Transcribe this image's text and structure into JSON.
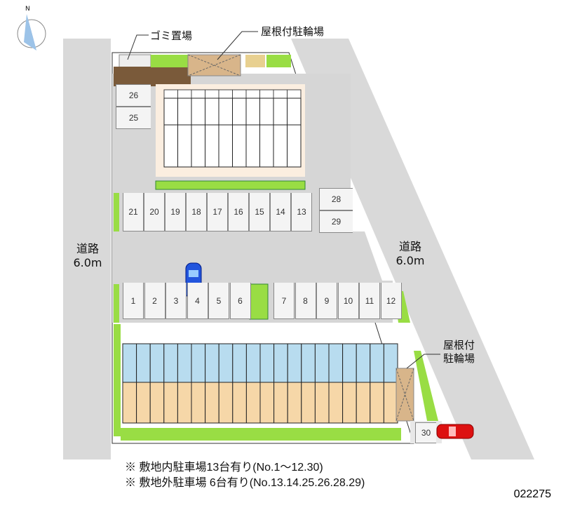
{
  "labels": {
    "garbage": "ゴミ置場",
    "bike_top": "屋根付駐輪場",
    "bike_right_line1": "屋根付",
    "bike_right_line2": "駐輪場",
    "road_left_name": "道路",
    "road_left_width": "6.0m",
    "road_right_name": "道路",
    "road_right_width": "6.0m",
    "compass": "N"
  },
  "parking": {
    "front_row": [
      "1",
      "2",
      "3",
      "4",
      "5",
      "6",
      "7",
      "8",
      "9",
      "10",
      "11",
      "12"
    ],
    "back_row": [
      "21",
      "20",
      "19",
      "18",
      "17",
      "16",
      "15",
      "14",
      "13"
    ],
    "side_left": [
      "26",
      "25"
    ],
    "side_right": [
      "28",
      "29"
    ],
    "corner": "30"
  },
  "notes": [
    "※ 敷地内駐車場13台有り(No.1～12.30)",
    "※ 敷地外駐車場 6台有り(No.13.14.25.26.28.29)"
  ],
  "map_code": "022275",
  "colors": {
    "road": "#d9d9d9",
    "green": "#99dd44",
    "building_top": "#b8dcef",
    "building_bottom": "#f6d7a8",
    "car_blue": "#2255dd",
    "car_red": "#dd1111"
  }
}
